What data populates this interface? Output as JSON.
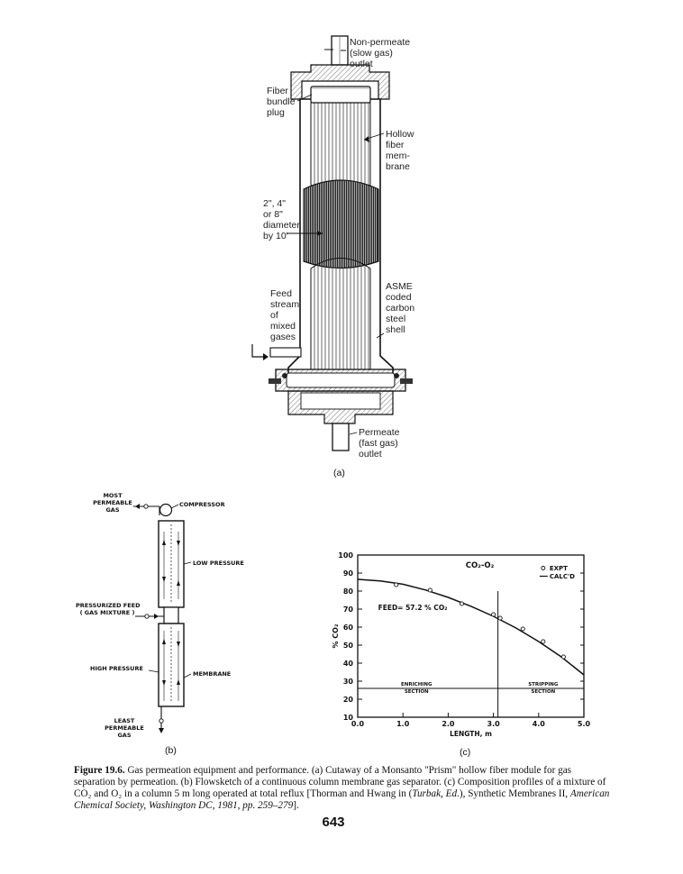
{
  "figure_a": {
    "labels": {
      "non_permeate": [
        "Non-permeate",
        "(slow gas)",
        "outlet"
      ],
      "fiber_plug": [
        "Fiber",
        "bundle",
        "plug"
      ],
      "hollow_fiber": [
        "Hollow",
        "fiber",
        "mem-",
        "brane"
      ],
      "diameter": [
        "2\", 4\"",
        "or 8\"",
        "diameter",
        "by 10'"
      ],
      "asme": [
        "ASME",
        "coded",
        "carbon",
        "steel",
        "shell"
      ],
      "feed": [
        "Feed",
        "stream",
        "of",
        "mixed",
        "gases"
      ],
      "permeate": [
        "Permeate",
        "(fast gas)",
        "outlet"
      ]
    },
    "letter": "(a)"
  },
  "figure_b": {
    "labels": {
      "most_permeable": [
        "MOST",
        "PERMEABLE",
        "GAS"
      ],
      "compressor": "COMPRESSOR",
      "low_pressure": "LOW PRESSURE",
      "pressurized_feed": [
        "PRESSURIZED FEED",
        "( GAS MIXTURE )"
      ],
      "high_pressure": "HIGH PRESSURE",
      "membrane": "MEMBRANE",
      "least_permeable": [
        "LEAST",
        "PERMEABLE",
        "GAS"
      ]
    },
    "letter": "(b)"
  },
  "figure_c": {
    "letter": "(c)",
    "chart_data": {
      "type": "line",
      "title": "CO₂-O₂",
      "xlabel": "LENGTH, m",
      "ylabel": "% CO₂",
      "xlim": [
        0,
        5
      ],
      "ylim": [
        10,
        100
      ],
      "x_ticks": [
        "0.0",
        "1.0",
        "2.0",
        "3.0",
        "4.0",
        "5.0"
      ],
      "y_ticks": [
        "10",
        "20",
        "30",
        "40",
        "50",
        "60",
        "70",
        "80",
        "90",
        "100"
      ],
      "legend": [
        "EXPT",
        "CALC'D"
      ],
      "annotations": {
        "feed": "FEED= 57.2 % CO₂",
        "enriching": [
          "ENRICHING",
          "SECTION"
        ],
        "stripping": [
          "STRIPPING",
          "SECTION"
        ]
      },
      "feed_position": 3.1,
      "boundary_value": 26,
      "series": [
        {
          "name": "CALC'D",
          "x": [
            0.0,
            0.5,
            1.0,
            1.5,
            2.0,
            2.5,
            3.0,
            3.5,
            4.0,
            4.5,
            5.0
          ],
          "values": [
            86.5,
            85.6,
            83.8,
            80.6,
            76.5,
            71.6,
            66.0,
            59.5,
            52.0,
            43.5,
            33.5
          ]
        },
        {
          "name": "EXPT",
          "x": [
            0.85,
            1.6,
            2.3,
            3.0,
            3.15,
            3.65,
            4.1,
            4.55
          ],
          "values": [
            83.5,
            80.5,
            73.0,
            67.0,
            65.0,
            59.0,
            52.0,
            43.5
          ]
        }
      ]
    }
  },
  "caption": {
    "figure_label": "Figure 19.6.",
    "part1": " Gas permeation equipment and performance. (a) Cutaway of a Monsanto \"Prism\" hollow fiber module for gas separation by permeation. (b) Flowsketch of a continuous column membrane gas separator. (c) Composition profiles of a mixture of CO₂ and O₂ in a column 5 m long operated at total reflux [Thorman and Hwang in (",
    "italic1": "Turbak, Ed.",
    "part2": "), Synthetic Membranes II, ",
    "italic2": "American Chemical Society, Washington DC, 1981, pp. 259–279",
    "part3": "]."
  },
  "page_number": "643"
}
